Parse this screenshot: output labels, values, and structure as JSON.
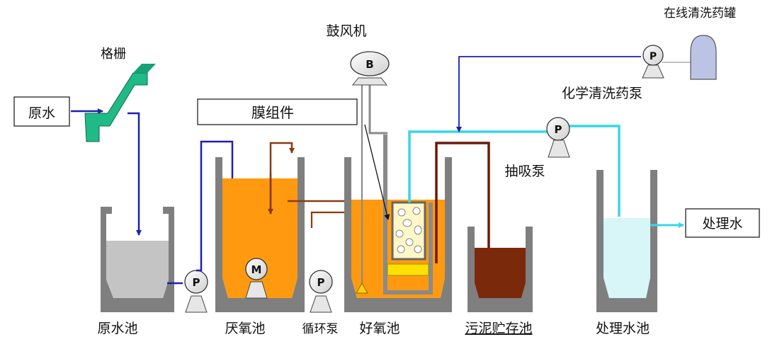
{
  "labels": {
    "raw_water": "原水",
    "screen": "格栅",
    "blower": "鼓风机",
    "online_tank": "在线清洗药罐",
    "membrane_module": "膜组件",
    "chem_pump": "化学清洗药泵",
    "suction_pump": "抽吸泵",
    "treated_water": "处理水",
    "raw_tank": "原水池",
    "anaerobic_tank": "厌氧池",
    "circ_pump": "循环泵",
    "aerobic_tank": "好氧池",
    "sludge_tank": "污泥贮存池",
    "treated_tank": "处理水池"
  },
  "symbols": {
    "pump": "P",
    "blower": "B",
    "mixer": "M"
  },
  "colors": {
    "wall": "#7f7f7f",
    "raw_water": "#c4c4c4",
    "mixed_liquor": "#ff9a10",
    "sludge": "#7a2a0a",
    "treated": "#d8f6f8",
    "blue_line": "#1c1fb4",
    "brown_line": "#8b3a12",
    "cyan_line": "#39d6e6",
    "grey_line": "#8a8a8a",
    "screen": "#1fba86"
  }
}
